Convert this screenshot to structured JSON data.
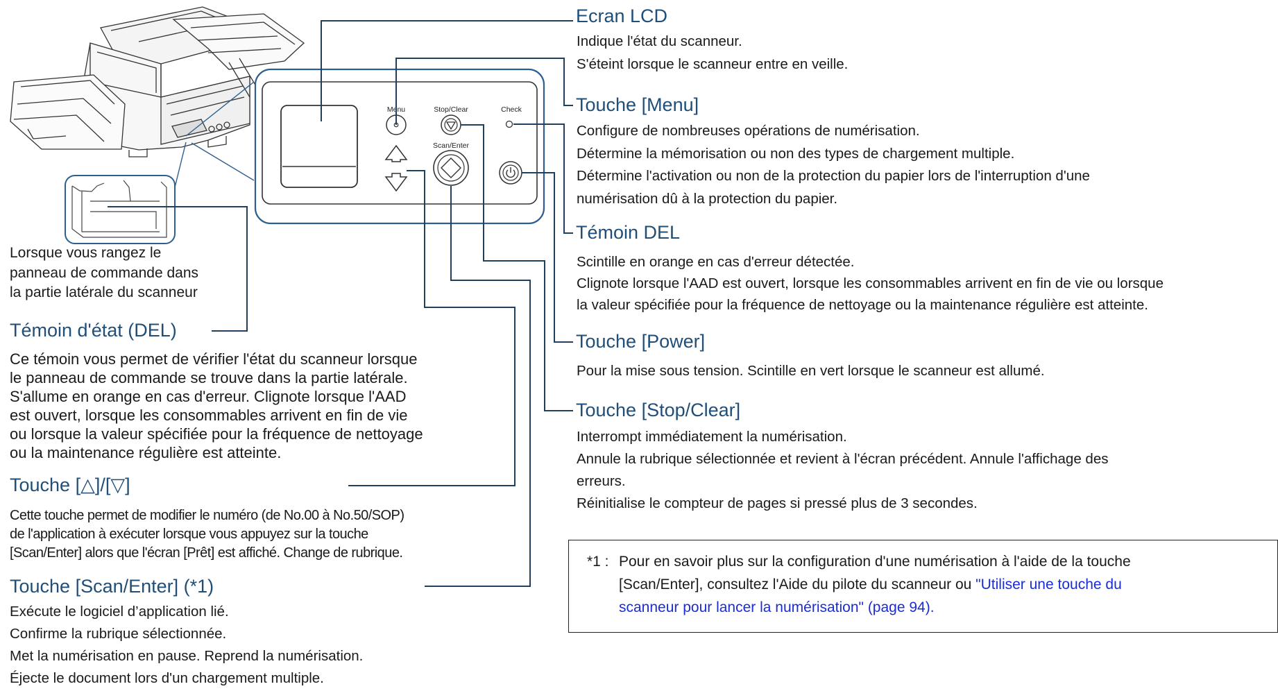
{
  "panel_labels": {
    "menu": "Menu",
    "stop_clear": "Stop/Clear",
    "scan_enter": "Scan/Enter",
    "check": "Check"
  },
  "side_caption": [
    "Lorsque vous rangez le",
    "panneau de commande dans",
    "la partie latérale du scanneur"
  ],
  "left": {
    "status_led": {
      "title": "Témoin d'état (DEL)",
      "lines": [
        "Ce témoin vous permet de vérifier l'état du scanneur lorsque",
        "le panneau de commande se trouve dans la partie latérale.",
        "S'allume en orange en cas d'erreur. Clignote lorsque l'AAD",
        "est ouvert, lorsque les consommables arrivent en fin de vie",
        "ou lorsque la valeur spécifiée pour la fréquence de nettoyage",
        "ou la maintenance régulière est atteinte."
      ]
    },
    "arrows": {
      "title": "Touche [△]/[▽]",
      "lines": [
        "Cette touche permet de modifier le numéro (de No.00 à No.50/SOP)",
        "de l'application à exécuter lorsque vous appuyez sur la touche",
        "[Scan/Enter] alors que l'écran [Prêt] est affiché. Change de rubrique."
      ]
    },
    "scan_enter": {
      "title": "Touche [Scan/Enter] (*1)",
      "lines": [
        "Exécute le logiciel d’application lié.",
        "Confirme la rubrique sélectionnée.",
        "Met la numérisation en pause. Reprend la numérisation.",
        "Éjecte le document lors d'un chargement multiple."
      ]
    }
  },
  "right": {
    "lcd": {
      "title": "Ecran LCD",
      "lines": [
        "Indique l'état du scanneur.",
        "S'éteint lorsque le scanneur entre en veille."
      ]
    },
    "menu": {
      "title": "Touche [Menu]",
      "lines": [
        "Configure de nombreuses opérations de numérisation.",
        "Détermine la mémorisation ou non des types de chargement multiple.",
        "Détermine l'activation ou non de la protection du papier lors de l'interruption d'une",
        "numérisation dû à la protection du papier."
      ]
    },
    "led": {
      "title": "Témoin DEL",
      "lines": [
        "Scintille en orange en cas d'erreur détectée.",
        "Clignote lorsque l'AAD est ouvert, lorsque les consommables arrivent en fin de vie ou lorsque",
        "la valeur spécifiée pour la fréquence de nettoyage ou la maintenance régulière est atteinte."
      ]
    },
    "power": {
      "title": "Touche [Power]",
      "lines": [
        "Pour la mise sous tension. Scintille en vert lorsque le scanneur est allumé."
      ]
    },
    "stop_clear": {
      "title": "Touche [Stop/Clear]",
      "lines": [
        "Interrompt immédiatement la numérisation.",
        "Annule la rubrique sélectionnée et revient à l'écran précédent. Annule l'affichage des",
        "erreurs.",
        "Réinitialise le compteur de pages si pressé plus de 3 secondes."
      ]
    }
  },
  "note": {
    "marker": "*1 :",
    "line1": "Pour en savoir plus sur la configuration d'une numérisation à l'aide de la touche",
    "line2_prefix": "[Scan/Enter], consultez l'Aide du pilote du scanneur ou ",
    "link_part1": "\"Utiliser une touche du",
    "link_part2": "scanneur pour lancer la numérisation\" (page 94).",
    "line3_suffix": ""
  },
  "colors": {
    "heading": "#1f4e79",
    "connector": "#1f3f5f",
    "panel_outline": "#2d5e8e",
    "link": "#1a2cd6"
  }
}
